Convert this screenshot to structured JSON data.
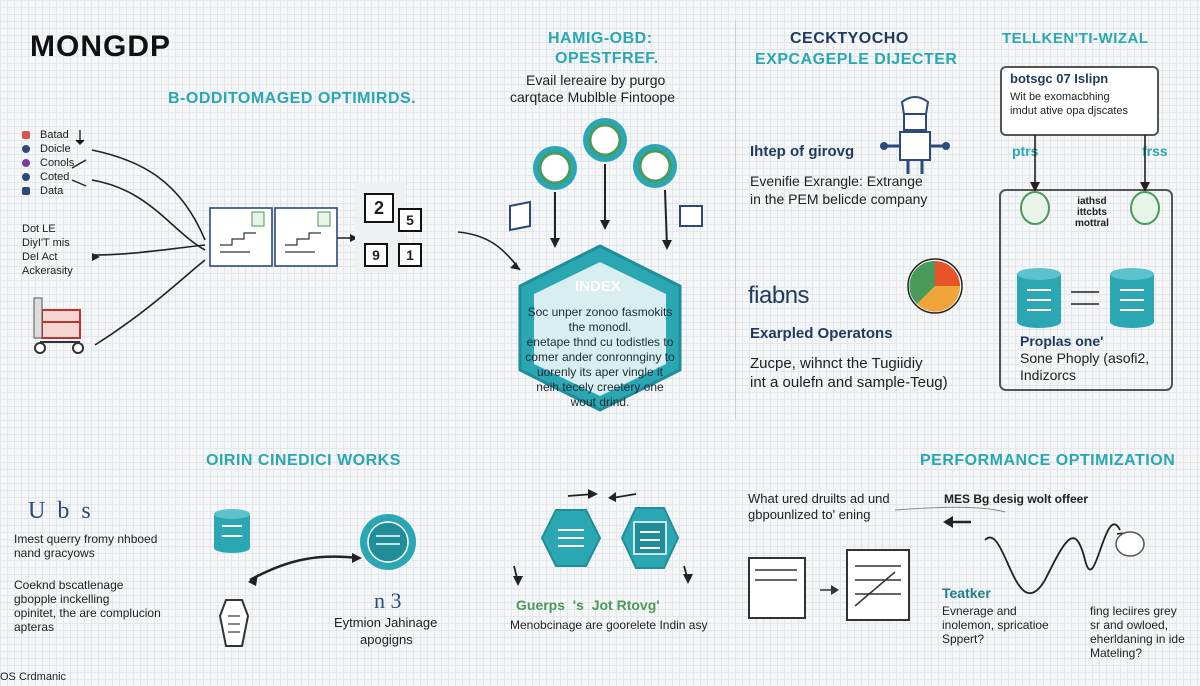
{
  "logo": "MONGDP",
  "sections": {
    "left": {
      "title": "B-ODDITOMAGED OPTIMIRDS.",
      "legend": [
        "Batad",
        "Doicle",
        "Conols",
        "Coted",
        "Data"
      ],
      "legend2": [
        "Dot LE",
        "DiyI'T mis",
        "DeI Act",
        "Ackerasity"
      ],
      "grid_digits": [
        "2",
        "5",
        "9",
        "1"
      ]
    },
    "center": {
      "title1": "HAMIG-OBD:",
      "title2": "OPESTFREF.",
      "subtitle1": "Evail lereaire by purgo",
      "subtitle2": "carqtace Mublble Fintoope",
      "hex_title": "INDEX",
      "hex_lines": [
        "Soc unper zonoo fasmokits",
        "the monodl.",
        "enetape thnd cu todistles to",
        "comer ander conronnginy to",
        "uorenly its aper vingle it",
        "neih tecely creetery one",
        "wout drind."
      ]
    },
    "right": {
      "title1": "CECKTYOCHO",
      "title2": "EXPCAGEPLE DIJECTER",
      "step": "Ihtep of girovg",
      "desc1": "Evenifie Exrangle: Extrange",
      "desc2": "in the PEM belicde company",
      "brand": "fiabns",
      "ops_title": "Exarpled Operatons",
      "ops1": "Zucpe, wihnct the Tugiidiy",
      "ops2": "int a oulefn and sample-Teug)"
    },
    "far_right": {
      "title": "TELLKEN'TI-WIZAL",
      "box_title": "botsgc 07 Islipn",
      "box1": "Wit be exomacbhing",
      "box2": "imdut ative opa djscates",
      "label_l": "ptrs",
      "label_r": "frss",
      "mid_label": [
        "iathsd",
        "ittcbts",
        "mottral"
      ],
      "props_title": "Proplas one'",
      "props1": "Sone Phoply (asofi2,",
      "props2": "Indizorcs"
    },
    "bottom_left": {
      "title": "OIRIN CINEDICI WORKS",
      "ub": "U  b  s",
      "desc1": "Imest querry fromy nhboed",
      "desc2": "nand gracyows",
      "desc3": "Coeknd bscatlenage",
      "desc4": "gbopple inckelling",
      "desc5": "opinitet, the are complucion",
      "desc6": "apteras",
      "n3": "n 3",
      "cap1": "Eytmion Jahinage",
      "cap2": "apogigns"
    },
    "bottom_center": {
      "title": "Guerps  's  Jot Rtovg'",
      "desc": "Menobcinage are goorelete Indin asy"
    },
    "bottom_right": {
      "title": "PERFORMANCE OPTIMIZATION",
      "desc1": "What ured druilts ad und",
      "desc2": "gbpounlized to' ening",
      "mes": "MES Bg desig wolt offeer",
      "teatker": "Teatker",
      "t1": "Evnerage and",
      "t2": "inolemon, spricatioe",
      "t3": "Sppert?",
      "r1": "fing leciires grey",
      "r2": "sr and owloed,",
      "r3": "eherldaning in ide",
      "r4": "Mateling?"
    },
    "footer": "OS Crdmanic"
  },
  "colors": {
    "teal": "#2aa7b3",
    "navy": "#1f3a5f",
    "green": "#4a9a5a"
  }
}
